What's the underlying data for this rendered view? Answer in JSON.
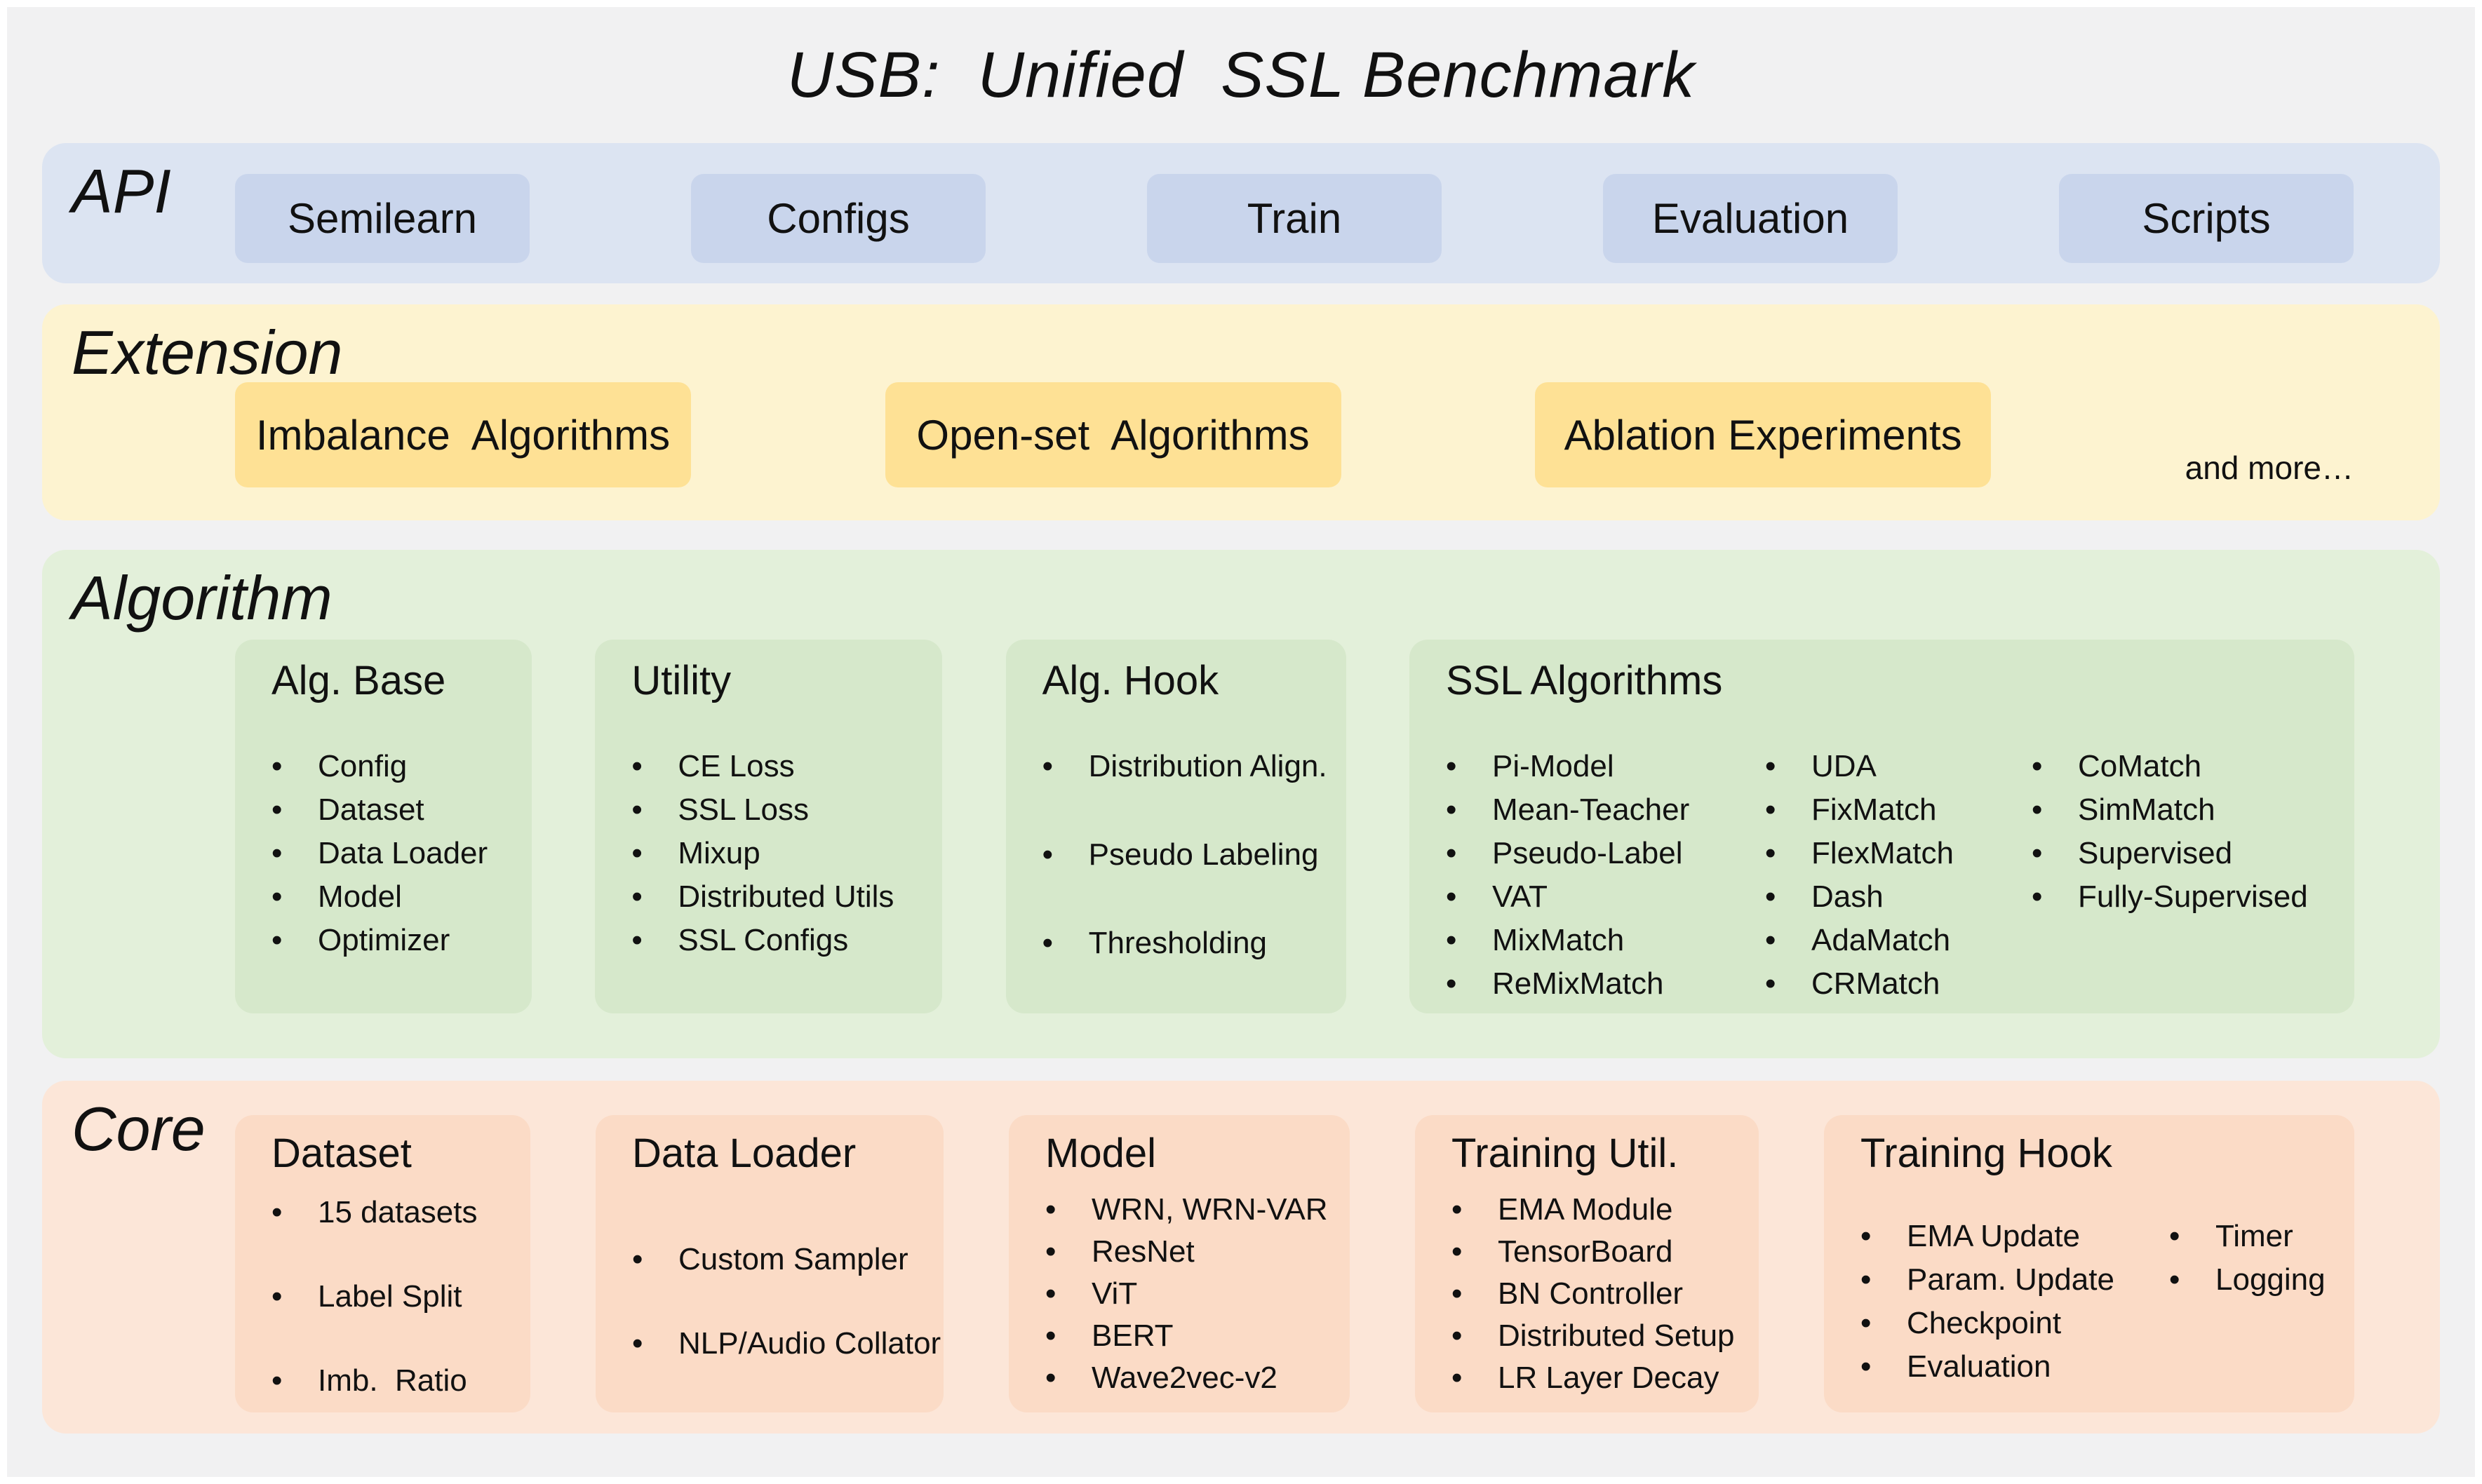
{
  "title": "USB:  Unified  SSL Benchmark",
  "api": {
    "label": "API",
    "items": [
      "Semilearn",
      "Configs",
      "Train",
      "Evaluation",
      "Scripts"
    ]
  },
  "extension": {
    "label": "Extension",
    "items": [
      "Imbalance  Algorithms",
      "Open-set  Algorithms",
      "Ablation Experiments"
    ],
    "more_text": "and more…"
  },
  "algorithm": {
    "label": "Algorithm",
    "cards": [
      {
        "title": "Alg. Base",
        "bullets": [
          "Config",
          "Dataset",
          "Data Loader",
          "Model",
          "Optimizer"
        ]
      },
      {
        "title": "Utility",
        "bullets": [
          "CE Loss",
          "SSL Loss",
          "Mixup",
          "Distributed Utils",
          "SSL Configs"
        ]
      },
      {
        "title": "Alg. Hook",
        "bullets": [
          "Distribution Align.",
          "Pseudo Labeling",
          "Thresholding"
        ]
      },
      {
        "title": "SSL Algorithms",
        "columns": [
          [
            "Pi-Model",
            "Mean-Teacher",
            "Pseudo-Label",
            "VAT",
            "MixMatch",
            "ReMixMatch"
          ],
          [
            "UDA",
            "FixMatch",
            "FlexMatch",
            "Dash",
            "AdaMatch",
            "CRMatch"
          ],
          [
            "CoMatch",
            "SimMatch",
            "Supervised",
            "Fully-Supervised"
          ]
        ]
      }
    ]
  },
  "core": {
    "label": "Core",
    "cards": [
      {
        "title": "Dataset",
        "bullets": [
          "15 datasets",
          "Label Split",
          "Imb.  Ratio"
        ]
      },
      {
        "title": "Data Loader",
        "bullets": [
          "Custom Sampler",
          "NLP/Audio Collator"
        ]
      },
      {
        "title": "Model",
        "bullets": [
          "WRN, WRN-VAR",
          "ResNet",
          "ViT",
          "BERT",
          "Wave2vec-v2"
        ]
      },
      {
        "title": "Training Util.",
        "bullets": [
          "EMA Module",
          "TensorBoard",
          "BN Controller",
          "Distributed Setup",
          "LR Layer Decay"
        ]
      },
      {
        "title": "Training Hook",
        "columns": [
          [
            "EMA Update",
            "Param. Update",
            "Checkpoint",
            "Evaluation"
          ],
          [
            "Timer",
            "Logging"
          ]
        ]
      }
    ]
  },
  "bullet_glyph": "•",
  "colors": {
    "canvas_bg": "#f1f1f2",
    "api_band": "#dce4f2",
    "api_box": "#c9d5ec",
    "extension_band": "#fdf3d0",
    "extension_box": "#fee195",
    "algorithm_band": "#e3f0da",
    "algorithm_box": "#d6e8cb",
    "core_band": "#fce6d8",
    "core_box": "#fbdbc6",
    "text": "#111111"
  }
}
